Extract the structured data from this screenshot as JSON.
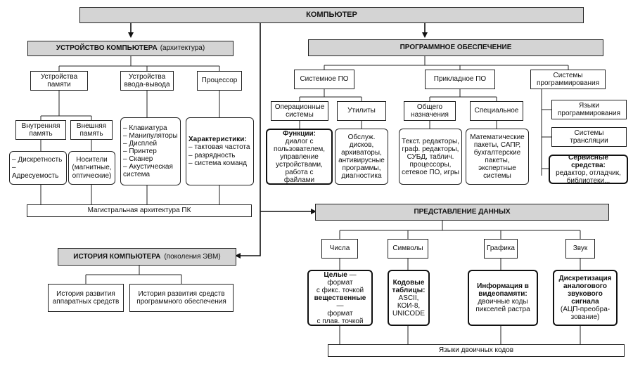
{
  "root": "КОМПЬЮТЕР",
  "device": {
    "title": "УСТРОЙСТВО КОМПЬЮТЕРА",
    "subtitle": "(архитектура)",
    "memory": "Устройства памяти",
    "io": "Устройства ввода-вывода",
    "processor": "Процессор",
    "internal_memory": "Внутренняя память",
    "external_memory": "Внешняя память",
    "internal_props": [
      "– Дискретность",
      "– Адресуемость"
    ],
    "external_props": "Носители (магнитные, оптические)",
    "io_list": [
      "– Клавиатура",
      "– Манипуляторы",
      "– Дисплей",
      "– Принтер",
      "– Сканер",
      "– Акустическая",
      "система"
    ],
    "proc_heading": "Характеристики:",
    "proc_list": [
      "– тактовая частота",
      "– разрядность",
      "– система команд"
    ],
    "bus": "Магистральная архитектура ПК"
  },
  "software": {
    "title": "ПРОГРАММНОЕ ОБЕСПЕЧЕНИЕ",
    "system": "Системное ПО",
    "applied": "Прикладное ПО",
    "programming": "Системы программирования",
    "os": "Операционные системы",
    "utilities": "Утилиты",
    "os_funcs_heading": "Функции:",
    "os_funcs": [
      "диалог с",
      "пользователем,",
      "управление",
      "устройствами,",
      "работа с файлами"
    ],
    "util_list": [
      "Обслуж. дисков,",
      "архиваторы,",
      "антивирусные",
      "программы,",
      "диагностика"
    ],
    "general": "Общего назначения",
    "special": "Специальное",
    "general_list": [
      "Текст. редакторы,",
      "граф. редакторы,",
      "СУБД, таблич.",
      "процессоры,",
      "сетевое ПО, игры"
    ],
    "special_list": [
      "Математические",
      "пакеты, САПР,",
      "бухгалтерские",
      "пакеты,",
      "экспертные",
      "системы"
    ],
    "languages": "Языки программирования",
    "translators": "Системы трансляции",
    "service_heading": "Сервисные средства:",
    "service_list": [
      "редактор, отладчик,",
      "библиотеки..."
    ]
  },
  "data_repr": {
    "title": "ПРЕДСТАВЛЕНИЕ ДАННЫХ",
    "numbers": "Числа",
    "symbols": "Символы",
    "graphics": "Графика",
    "sound": "Звук",
    "num_whole": "Целые",
    "num_whole_rest": " — формат",
    "num_fixed": "с фикс. точкой",
    "num_real": "вещественные",
    "num_real_rest": " —",
    "num_format": "формат",
    "num_float": "с плав. точкой",
    "sym_heading": "Кодовые таблицы:",
    "sym_list": [
      "ASCII, КОИ-8,",
      "UNICODE"
    ],
    "gfx_heading": "Информация в видеопамяти:",
    "gfx_list": [
      "двоичные коды",
      "пикселей растра"
    ],
    "snd_heading": "Дискретизация аналогового звукового сигнала",
    "snd_list": [
      "(АЦП-преобра-",
      "зование)"
    ],
    "binary": "Языки двоичных кодов"
  },
  "history": {
    "title": "ИСТОРИЯ КОМПЬЮТЕРА",
    "subtitle": "(поколения ЭВМ)",
    "hardware": "История развития аппаратных средств",
    "software": "История развития средств программного обеспечения"
  }
}
